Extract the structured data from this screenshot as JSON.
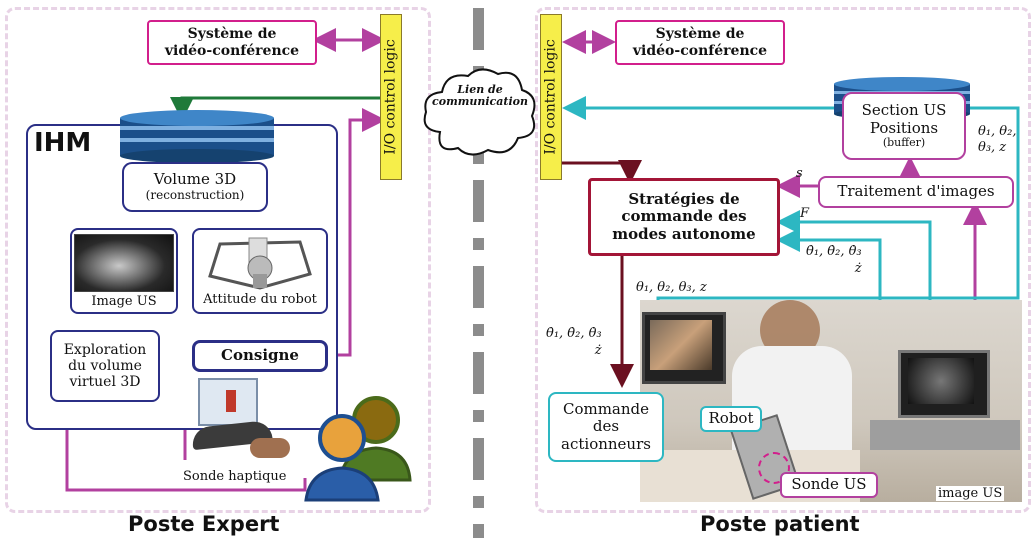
{
  "left": {
    "title": "Poste Expert",
    "ihm_label": "IHM",
    "videoconf": "Système de\nvidéo-conférence",
    "io_label": "I/O control logic",
    "volume_title": "Volume 3D",
    "volume_sub": "(reconstruction)",
    "image_us": "Image US",
    "attitude": "Attitude du robot",
    "exploration": "Exploration\ndu volume\nvirtuel 3D",
    "consigne": "Consigne",
    "sonde_haptique": "Sonde haptique"
  },
  "link": {
    "label": "Lien de\ncommunication"
  },
  "right": {
    "title": "Poste patient",
    "videoconf": "Système de\nvidéo-conférence",
    "io_label": "I/O control logic",
    "section_title": "Section US",
    "positions": "Positions",
    "buffer": "(buffer)",
    "strategies": "Stratégies de\ncommande des\nmodes autonome",
    "traitement": "Traitement d'images",
    "commande": "Commande\ndes\nactionneurs",
    "robot": "Robot",
    "sonde_us": "Sonde US",
    "image_us": "image US",
    "sig_s": "s",
    "sig_F1": "F",
    "sig_F2": "F",
    "sig_theta_buf": "θ₁, θ₂,\nθ₃, z",
    "sig_thetadot": "θ̇₁, θ̇₂, θ̇₃\nż",
    "sig_theta_line": "θ₁, θ₂, θ₃, z",
    "sig_thetadot_left": "θ̇₁, θ̇₂, θ̇₃\nż"
  },
  "colors": {
    "magenta": "#b2409f",
    "green": "#1f7a3a",
    "cyan": "#2db7c2",
    "darkred": "#6b1020",
    "navy": "#2b2f86",
    "crimson": "#a31537",
    "pinkbox": "#d21f8c"
  }
}
